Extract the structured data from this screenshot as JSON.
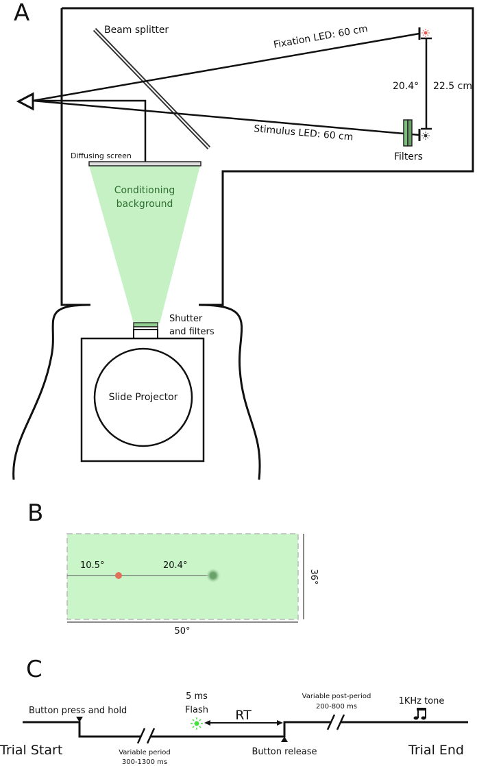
{
  "panelA": {
    "letter": "A",
    "beam_splitter": "Beam splitter",
    "fixation_led": "Fixation LED: 60 cm",
    "stimulus_led": "Stimulus LED: 60 cm",
    "angle": "20.4°",
    "distance": "22.5 cm",
    "filters": "Filters",
    "diffusing_screen": "Diffusing screen",
    "conditioning_line1": "Conditioning",
    "conditioning_line2": "background",
    "shutter_line1": "Shutter",
    "shutter_line2": "and filters",
    "slide_projector": "Slide Projector"
  },
  "panelB": {
    "letter": "B",
    "angle_left": "10.5°",
    "angle_right": "20.4°",
    "height": "36°",
    "width": "50°"
  },
  "panelC": {
    "letter": "C",
    "button_press": "Button press and hold",
    "flash_line1": "5 ms",
    "flash_line2": "Flash",
    "rt": "RT",
    "post_period_line1": "Variable post-period",
    "post_period_line2": "200-800 ms",
    "tone": "1KHz tone",
    "trial_start": "Trial Start",
    "variable_period_line1": "Variable period",
    "variable_period_line2": "300-1300 ms",
    "button_release": "Button release",
    "trial_end": "Trial End"
  },
  "colors": {
    "green_fill": "#c9f5c9",
    "cone_fill": "#bfefbf",
    "fixation_red": "#e0705a",
    "stimulus_green": "#6aa36a",
    "flash_green": "#44dd44"
  }
}
